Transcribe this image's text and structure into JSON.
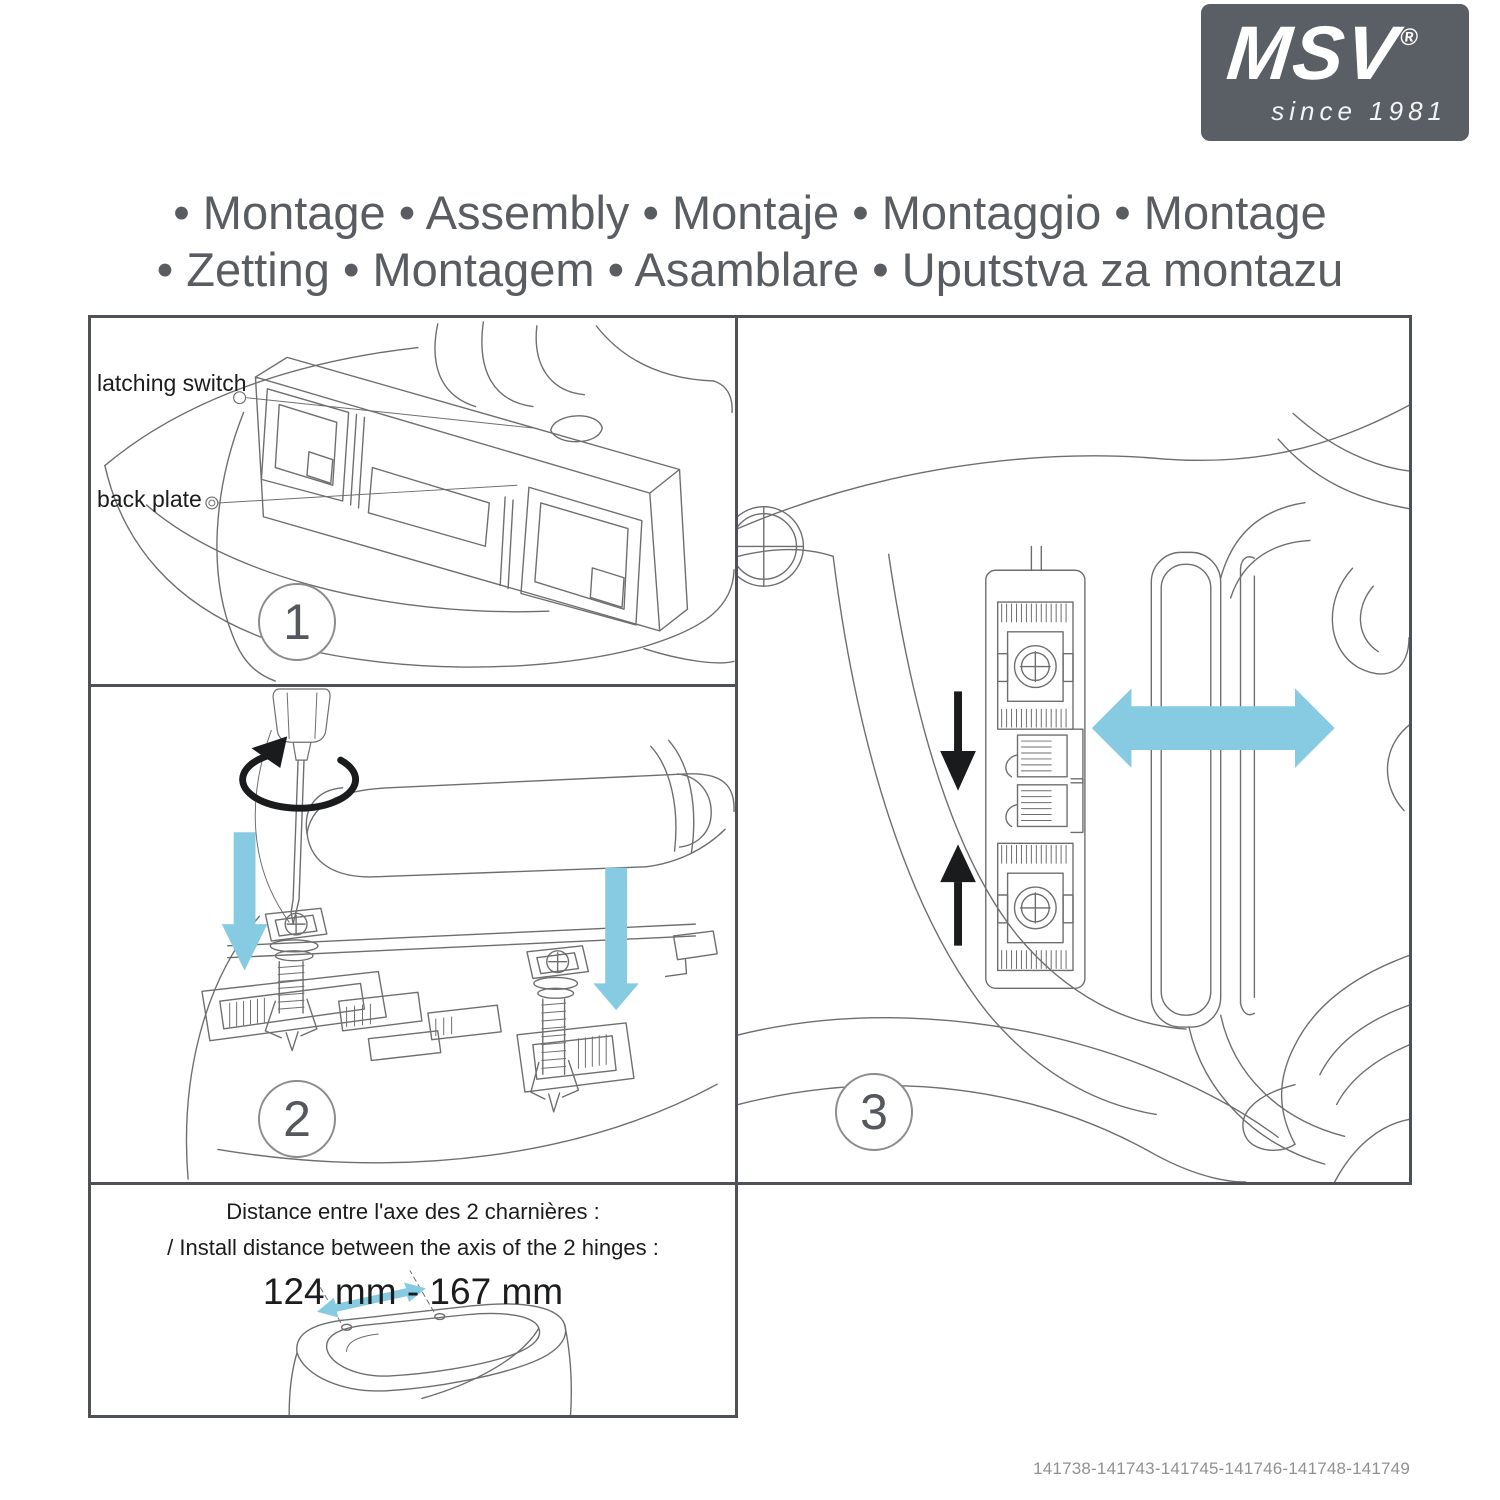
{
  "logo": {
    "brand": "MSV",
    "registered": "®",
    "tagline": "since 1981"
  },
  "title": {
    "line1": "• Montage • Assembly • Montaje • Montaggio • Montage",
    "line2": "• Zetting • Montagem • Asamblare • Uputstva za montazu"
  },
  "panels": {
    "step1": {
      "number": "1",
      "labels": {
        "latching_switch": "latching switch",
        "back_plate": "back plate"
      }
    },
    "step2": {
      "number": "2"
    },
    "step3": {
      "number": "3"
    },
    "distance": {
      "line_fr": "Distance entre l'axe des 2 charnières :",
      "line_en": "/ Install distance between the axis of the 2 hinges :",
      "range": "124 mm - 167 mm"
    }
  },
  "footer": {
    "codes": "141738-141743-141745-141746-141748-141749"
  },
  "icons": {
    "rotation-arrow-icon": "black elliptical turning arrow around screwdriver",
    "down-arrow-icon": "filled downward arrow",
    "up-arrow-icon": "filled upward arrow",
    "double-arrow-horizontal-icon": "filled left-right double-headed arrow",
    "double-arrow-distance-icon": "slim double-headed arrow between hinge axes",
    "registered-mark-icon": "®"
  },
  "colors": {
    "accent_blue": "#87CBE3",
    "ink": "#1A1B1C",
    "line_gray": "#6E6E6E",
    "border_gray": "#4E5257",
    "logo_bg": "#5A5F66",
    "title_gray": "#595D61",
    "footer_gray": "#8F9193"
  }
}
